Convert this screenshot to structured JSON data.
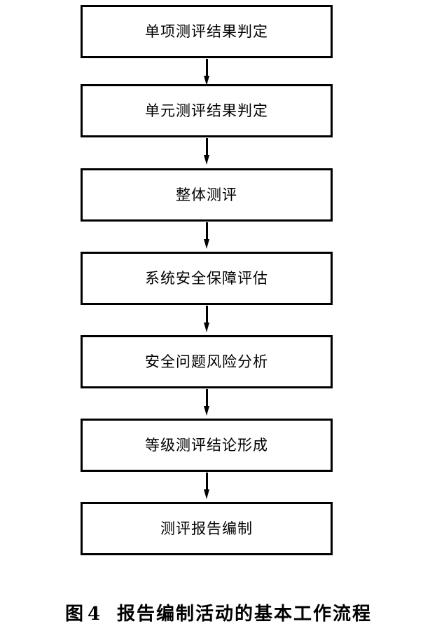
{
  "figure": {
    "label": "图",
    "number": "4",
    "title": "报告编制活动的基本工作流程",
    "caption_full": "图 4  报告编制活动的基本工作流程"
  },
  "diagram": {
    "type": "flowchart",
    "orientation": "vertical",
    "box_fill": "#ffffff",
    "box_stroke": "#000000",
    "text_color": "#000000",
    "background": "#ffffff",
    "steps": [
      {
        "index": 1,
        "label": "单项测评结果判定"
      },
      {
        "index": 2,
        "label": "单元测评结果判定"
      },
      {
        "index": 3,
        "label": "整体测评"
      },
      {
        "index": 4,
        "label": "系统安全保障评估"
      },
      {
        "index": 5,
        "label": "安全问题风险分析"
      },
      {
        "index": 6,
        "label": "等级测评结论形成"
      },
      {
        "index": 7,
        "label": "测评报告编制"
      }
    ],
    "connectors": [
      {
        "from": 1,
        "to": 2,
        "style": "arrow-down"
      },
      {
        "from": 2,
        "to": 3,
        "style": "arrow-down"
      },
      {
        "from": 3,
        "to": 4,
        "style": "arrow-down"
      },
      {
        "from": 4,
        "to": 5,
        "style": "arrow-down"
      },
      {
        "from": 5,
        "to": 6,
        "style": "arrow-down"
      },
      {
        "from": 6,
        "to": 7,
        "style": "arrow-down"
      }
    ]
  }
}
